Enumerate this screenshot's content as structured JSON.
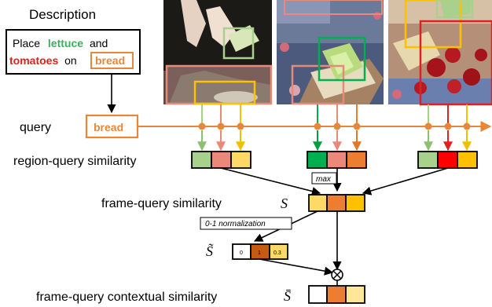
{
  "header": {
    "description_label": "Description"
  },
  "description": {
    "place": "Place",
    "lettuce": "lettuce",
    "and": "and",
    "tomatoes": "tomatoes",
    "on": "on",
    "bread": "bread"
  },
  "query": {
    "label": "query",
    "value": "bread"
  },
  "labels": {
    "region_query": "region-query similarity",
    "frame_query": "frame-query similarity",
    "frame_query_symbol": "S",
    "s_tilde_symbol": "S̃",
    "contextual": "frame-query contextual similarity",
    "contextual_symbol": "S̄",
    "max_op": "max",
    "normalization_op": "0-1 normalization",
    "multiply_symbol": "⊗"
  },
  "normalized_values": [
    "0",
    "1",
    "0.3"
  ],
  "colors": {
    "query_orange": "#e8873a",
    "lettuce_green": "#3cb05a",
    "tomato_red": "#e0201e",
    "bread_orange": "#e8873a",
    "region_light_green": "#a9d18e",
    "region_salmon": "#e8897a",
    "region_yellow": "#ffc000",
    "region_green": "#00b050",
    "region_dark_orange": "#ed7d31",
    "region_red": "#ff0000",
    "frame_light_orange": "#ffd966",
    "frame_orange": "#ed7d31",
    "frame_yellow": "#ffc000",
    "norm_dark": "#c55a11",
    "norm_light": "#ffd966",
    "ctx_light": "#ffe699"
  }
}
